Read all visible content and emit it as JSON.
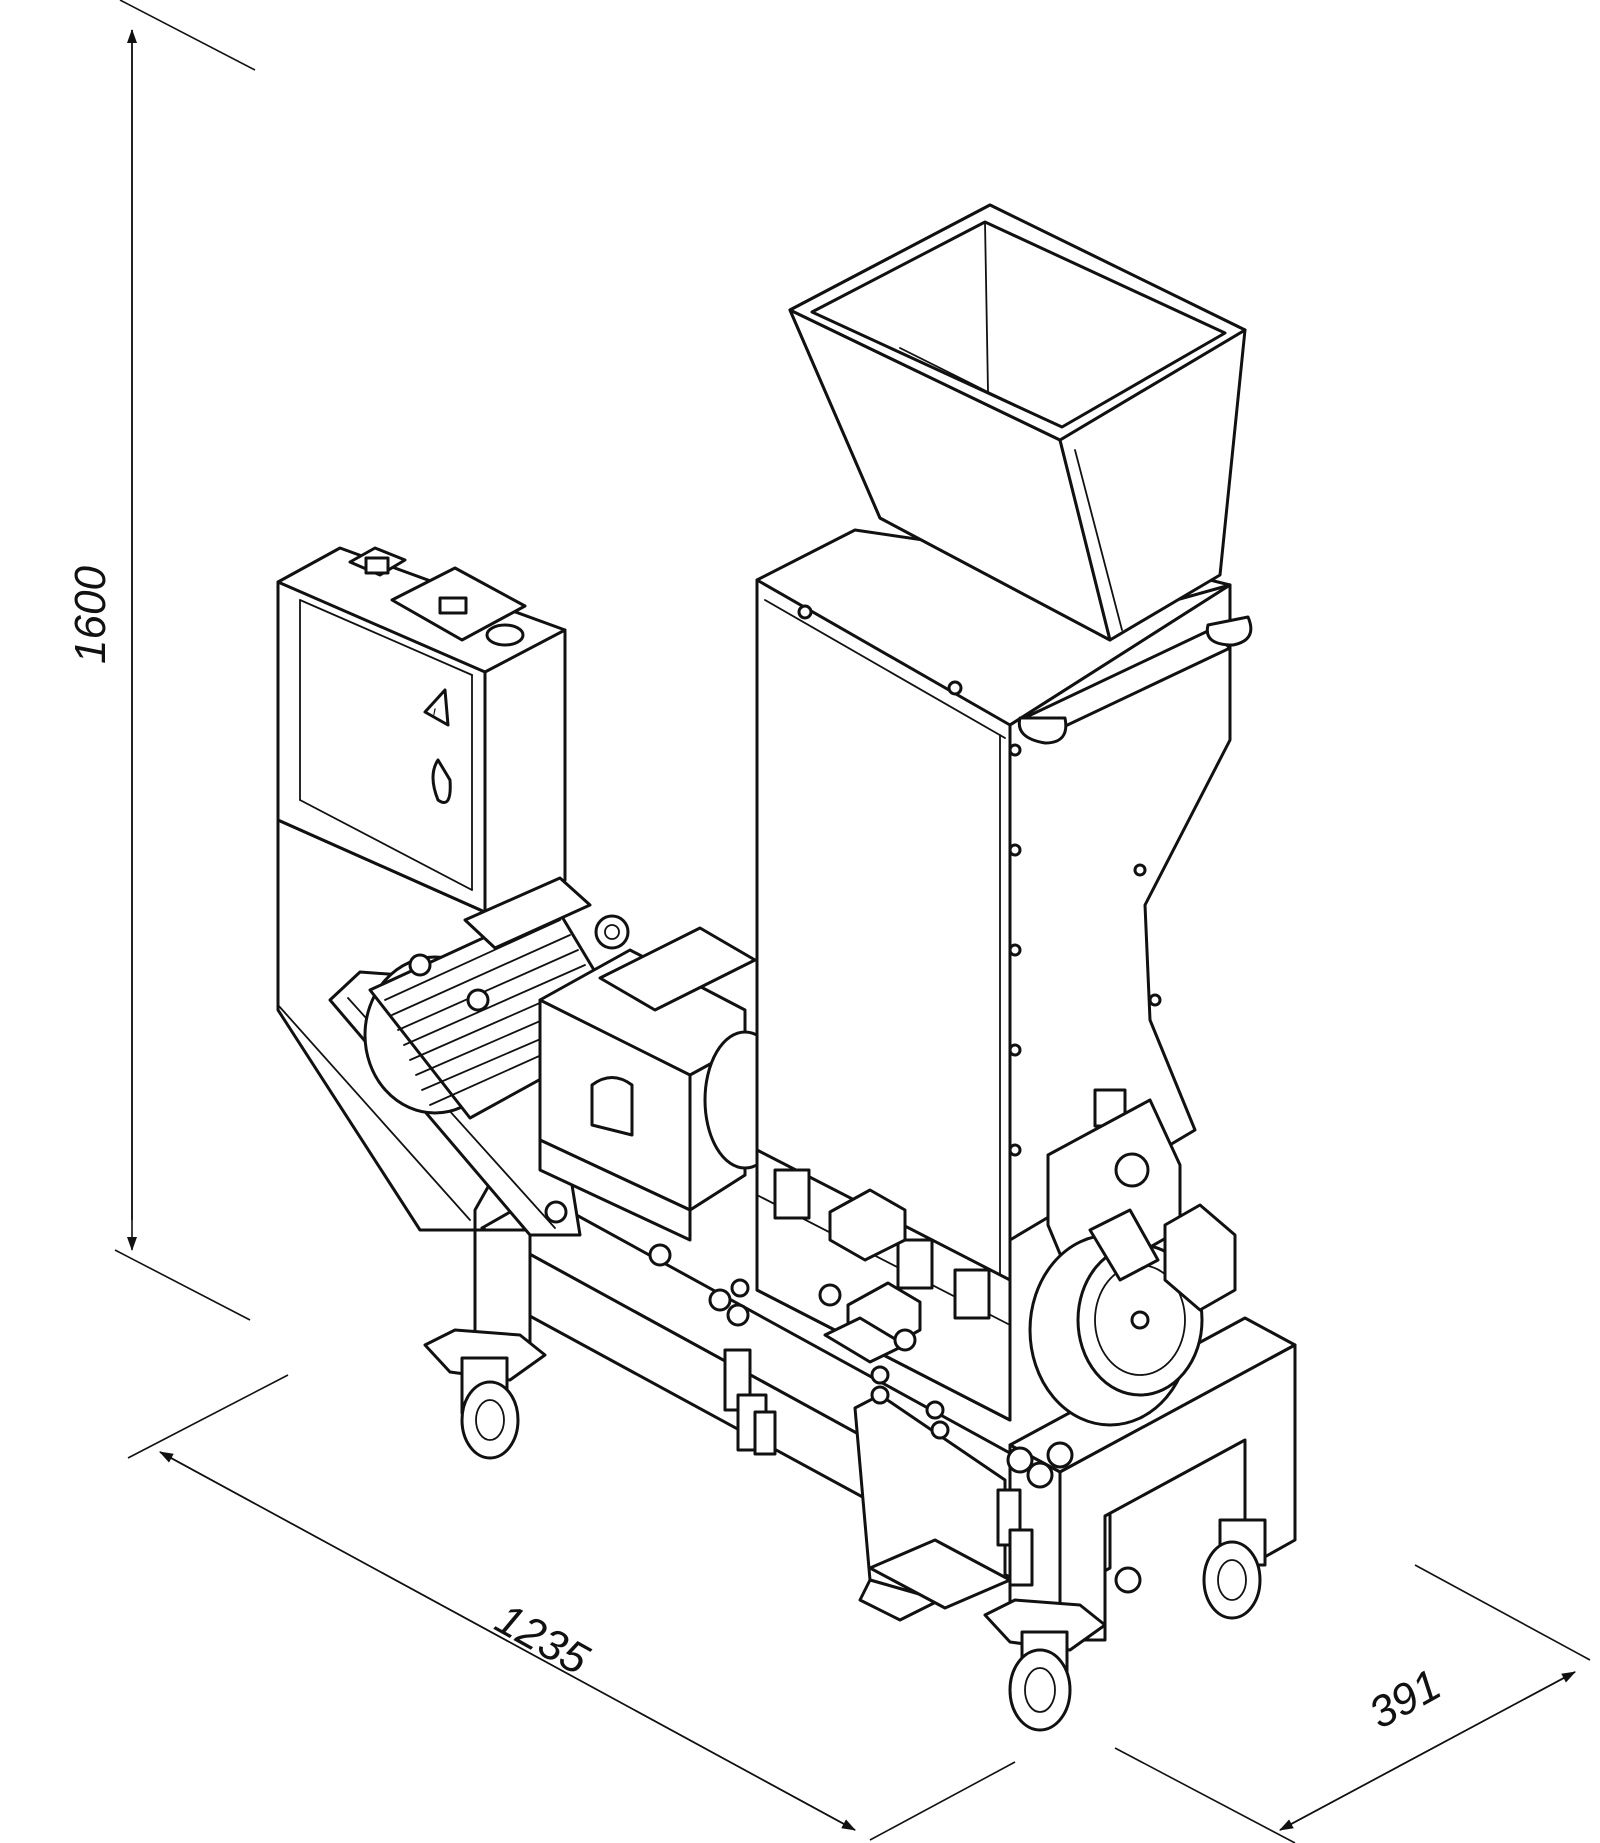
{
  "dimensions": {
    "height": "1600",
    "length": "1235",
    "depth": "391"
  }
}
